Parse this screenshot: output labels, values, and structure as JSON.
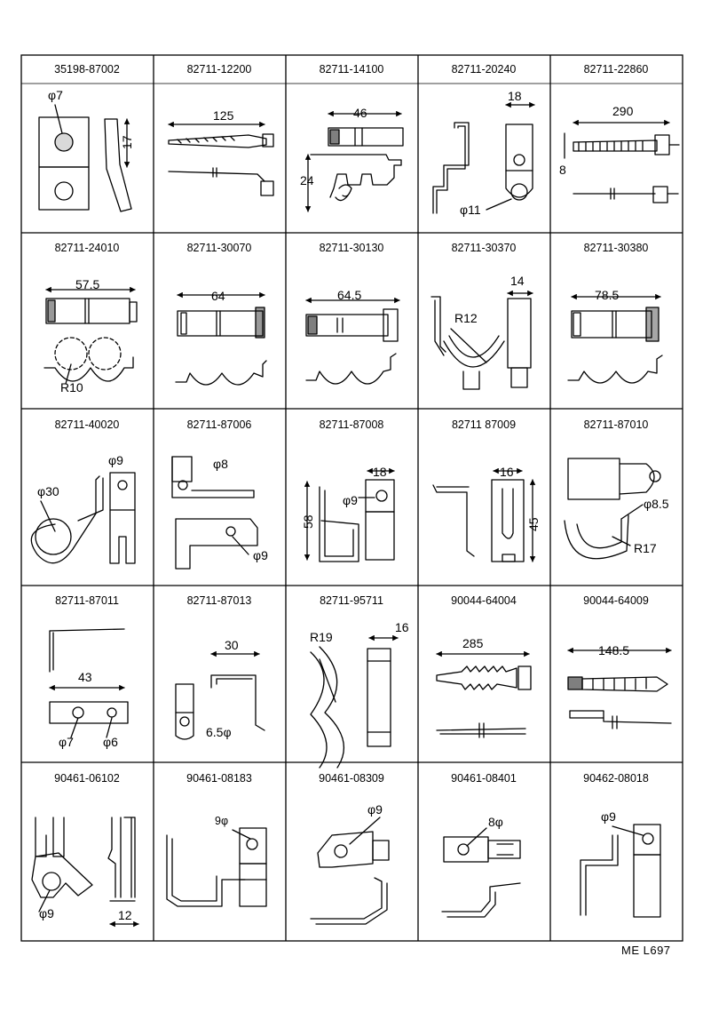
{
  "footer_ref": "ME L697",
  "cells": [
    {
      "part": "35198-87002",
      "dims": [
        "φ7",
        "17"
      ]
    },
    {
      "part": "82711-12200",
      "dims": [
        "125"
      ]
    },
    {
      "part": "82711-14100",
      "dims": [
        "46",
        "24"
      ]
    },
    {
      "part": "82711-20240",
      "dims": [
        "18",
        "φ11"
      ]
    },
    {
      "part": "82711-22860",
      "dims": [
        "290",
        "8"
      ]
    },
    {
      "part": "82711-24010",
      "dims": [
        "57.5",
        "R10"
      ]
    },
    {
      "part": "82711-30070",
      "dims": [
        "64"
      ]
    },
    {
      "part": "82711-30130",
      "dims": [
        "64.5"
      ]
    },
    {
      "part": "82711-30370",
      "dims": [
        "14",
        "R12"
      ]
    },
    {
      "part": "82711-30380",
      "dims": [
        "78.5"
      ]
    },
    {
      "part": "82711-40020",
      "dims": [
        "φ9",
        "φ30"
      ]
    },
    {
      "part": "82711-87006",
      "dims": [
        "φ8",
        "φ9"
      ]
    },
    {
      "part": "82711-87008",
      "dims": [
        "18",
        "φ9",
        "58"
      ]
    },
    {
      "part": "82711 87009",
      "dims": [
        "16",
        "45"
      ]
    },
    {
      "part": "82711-87010",
      "dims": [
        "φ8.5",
        "R17"
      ]
    },
    {
      "part": "82711-87011",
      "dims": [
        "43",
        "φ7",
        "φ6"
      ]
    },
    {
      "part": "82711-87013",
      "dims": [
        "30",
        "6.5φ"
      ]
    },
    {
      "part": "82711-95711",
      "dims": [
        "R19",
        "16"
      ]
    },
    {
      "part": "90044-64004",
      "dims": [
        "285"
      ]
    },
    {
      "part": "90044-64009",
      "dims": [
        "148.5"
      ]
    },
    {
      "part": "90461-06102",
      "dims": [
        "φ9",
        "12"
      ]
    },
    {
      "part": "90461-08183",
      "dims": [
        "9φ"
      ]
    },
    {
      "part": "90461-08309",
      "dims": [
        "φ9"
      ]
    },
    {
      "part": "90461-08401",
      "dims": [
        "8φ"
      ]
    },
    {
      "part": "90462-08018",
      "dims": [
        "φ9"
      ]
    }
  ]
}
